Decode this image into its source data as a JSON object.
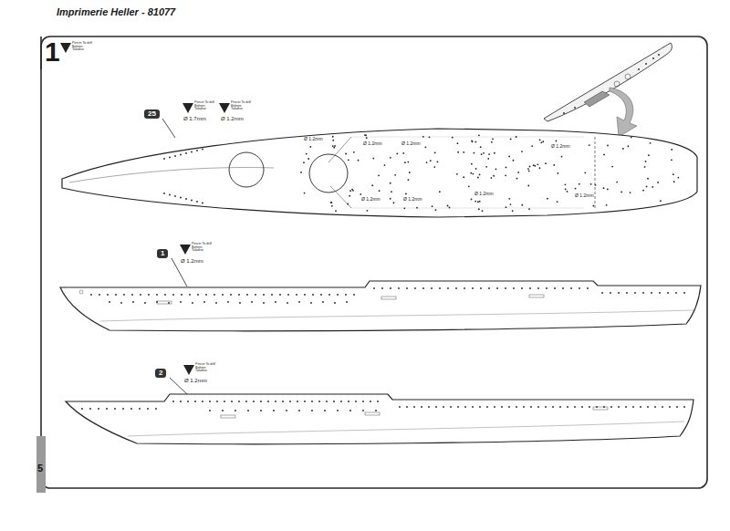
{
  "diagram": {
    "title": "Imprimerie Heller - 81077",
    "labels": [
      "1",
      "Percer To drill Bohren Taladrar",
      "25",
      "Percer To drill Bohren Taladrar",
      "Ø 1.7mm",
      "Percer To drill Bohren Taladrar",
      "Ø 1.2mm",
      "Ø 1.2mm",
      "Ø 1.2mm",
      "Ø 1.2mm",
      "Ø 1.2mm",
      "Ø 1.2mm",
      "Ø 1.2mm",
      "Ø 1.2mm",
      "Ø 1.2mm",
      "1",
      "Percer To drill Bohren Taladrar",
      "Ø 1.2mm",
      "2",
      "Percer To drill Bohren Taladrar",
      "Ø 1.2mm",
      "5"
    ]
  }
}
